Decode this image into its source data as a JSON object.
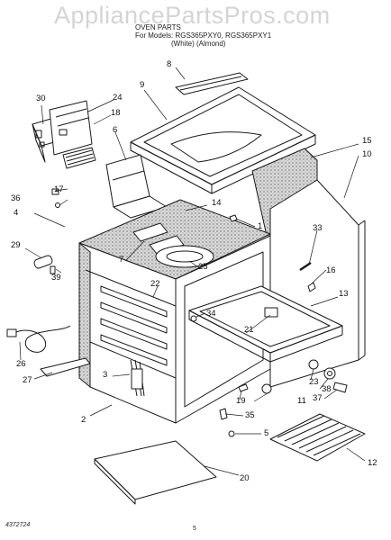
{
  "watermark": "AppliancePartsPros.com",
  "header": {
    "title": "OVEN PARTS",
    "models": "For Models: RGS365PXY0, RGS365PXY1",
    "colors": "(White)   (Almond)"
  },
  "callouts": [
    "1",
    "2",
    "3",
    "4",
    "5",
    "6",
    "7",
    "8",
    "9",
    "10",
    "11",
    "12",
    "13",
    "14",
    "15",
    "16",
    "17",
    "18",
    "19",
    "20",
    "21",
    "22",
    "23",
    "24",
    "25",
    "26",
    "27",
    "29",
    "30",
    "33",
    "34",
    "35",
    "36",
    "37",
    "38",
    "39"
  ],
  "footer": {
    "part_code": "4372724",
    "page": "5"
  },
  "colors": {
    "line": "#1a1a1a",
    "insulation_fill": "#bdbdbd",
    "watermark": "#d4d4d4"
  }
}
